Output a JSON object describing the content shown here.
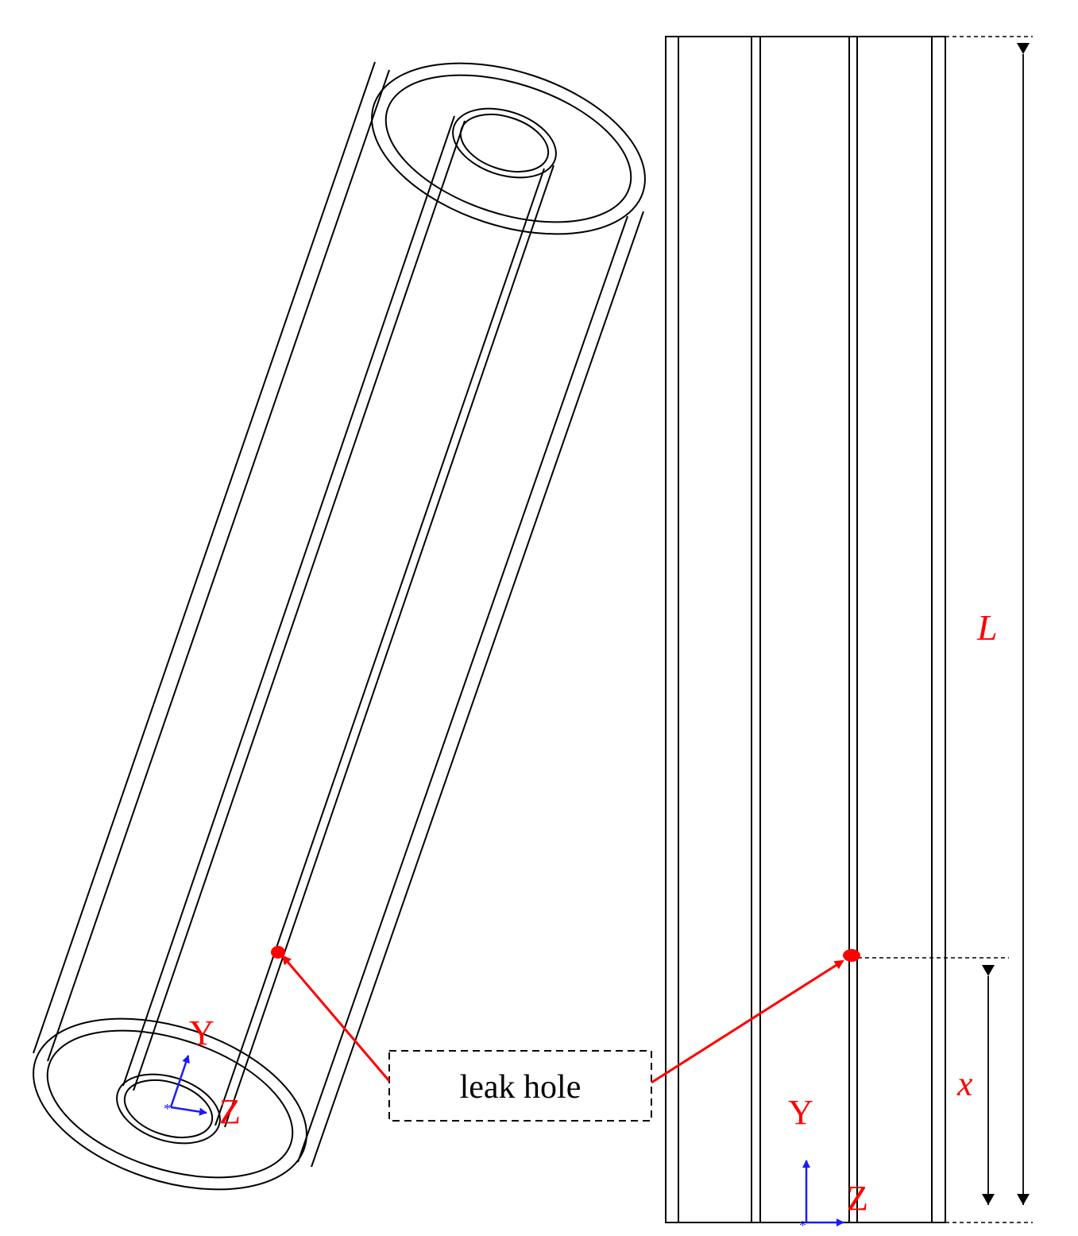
{
  "labels": {
    "y_iso": "Y",
    "z_iso": "Z",
    "y_side": "Y",
    "z_side": "Z",
    "length": "L",
    "position": "x",
    "callout": "leak hole"
  },
  "colors": {
    "line": "#000000",
    "accent": "#ff0000",
    "axis": "#1a1aff"
  }
}
